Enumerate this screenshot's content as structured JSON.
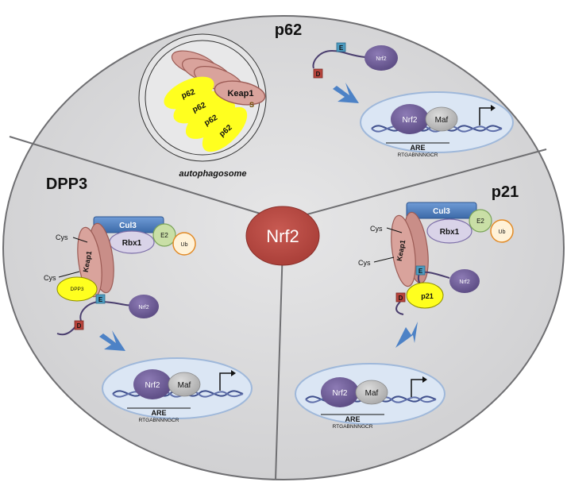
{
  "colors": {
    "background_circle": "#d7d7d8",
    "circle_border": "#6f6f72",
    "nrf2_center": "#b5463f",
    "keap1": "#d9a39c",
    "keap1_border": "#9b5b55",
    "p62": "#ffff1f",
    "cul3": "#4f7fbf",
    "rbx1": "#d9d3e8",
    "e2": "#c9dfa6",
    "ub": "#fff2d8",
    "ub_border": "#e28a26",
    "nrf2_small": "#6b5a93",
    "maf": "#c0c0c0",
    "nucleus": "#dbe6f4",
    "nucleus_border": "#9fb8da",
    "dna": "#3f4f8c",
    "arrow": "#4d82c6",
    "e_box": "#4d9bc0",
    "d_box": "#b8443c"
  },
  "sections": {
    "p62": {
      "title": "p62",
      "autophagosome_label": "autophagosome",
      "p62_labels": [
        "p62",
        "p62",
        "p62",
        "p62"
      ],
      "keap1_label": "Keap1",
      "s_label": "S",
      "e_label": "E",
      "d_label": "D",
      "nrf2_small": "Nrf2",
      "nucleus": {
        "nrf2": "Nrf2",
        "maf": "Maf",
        "are": "ARE",
        "seq": "RTGABNNNGCR"
      }
    },
    "dpp3": {
      "title": "DPP3",
      "cul3": "Cul3",
      "rbx1": "Rbx1",
      "e2": "E2",
      "ub": "Ub",
      "keap1": "Keap1",
      "cys1": "Cys",
      "cys2": "Cys",
      "dpp3_label": "DPP3",
      "e_label": "E",
      "d_label": "D",
      "nrf2_small": "Nrf2",
      "nucleus": {
        "nrf2": "Nrf2",
        "maf": "Maf",
        "are": "ARE",
        "seq": "RTGABNNNGCR"
      }
    },
    "p21": {
      "title": "p21",
      "cul3": "Cul3",
      "rbx1": "Rbx1",
      "e2": "E2",
      "ub": "Ub",
      "keap1": "Keap1",
      "cys1": "Cys",
      "cys2": "Cys",
      "p21_label": "p21",
      "e_label": "E",
      "d_label": "D",
      "nrf2_small": "Nrf2",
      "nucleus": {
        "nrf2": "Nrf2",
        "maf": "Maf",
        "are": "ARE",
        "seq": "RTGABNNNGCR"
      }
    }
  },
  "center_label": "Nrf2"
}
